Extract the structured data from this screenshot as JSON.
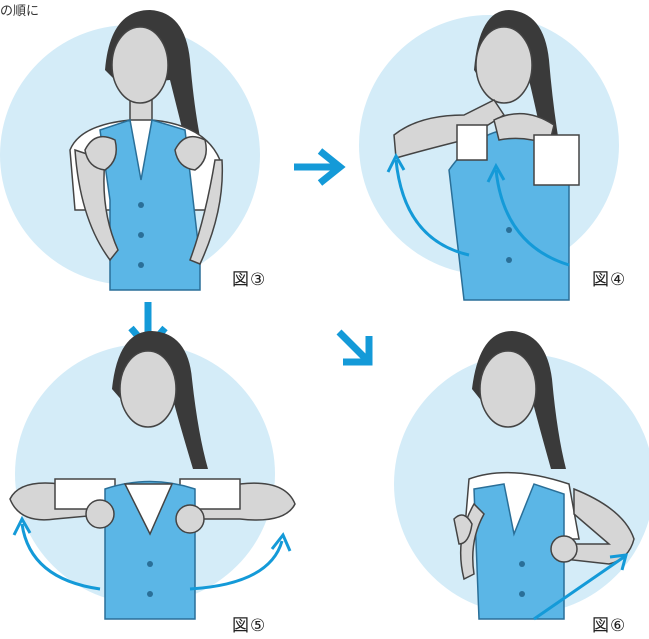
{
  "header_fragment": "の順に",
  "figures": [
    {
      "label": "図③"
    },
    {
      "label": "図④"
    },
    {
      "label": "図⑤"
    },
    {
      "label": "図⑥"
    }
  ],
  "colors": {
    "circle": "#d4ecf8",
    "vest": "#5bb6e6",
    "hair": "#3a3a3a",
    "skin": "#d6d6d6",
    "shirt": "#ffffff",
    "arrow": "#149ad8"
  },
  "icons": [
    "right-arrow-icon",
    "down-arrow-icon",
    "diagonal-arrow-icon"
  ]
}
